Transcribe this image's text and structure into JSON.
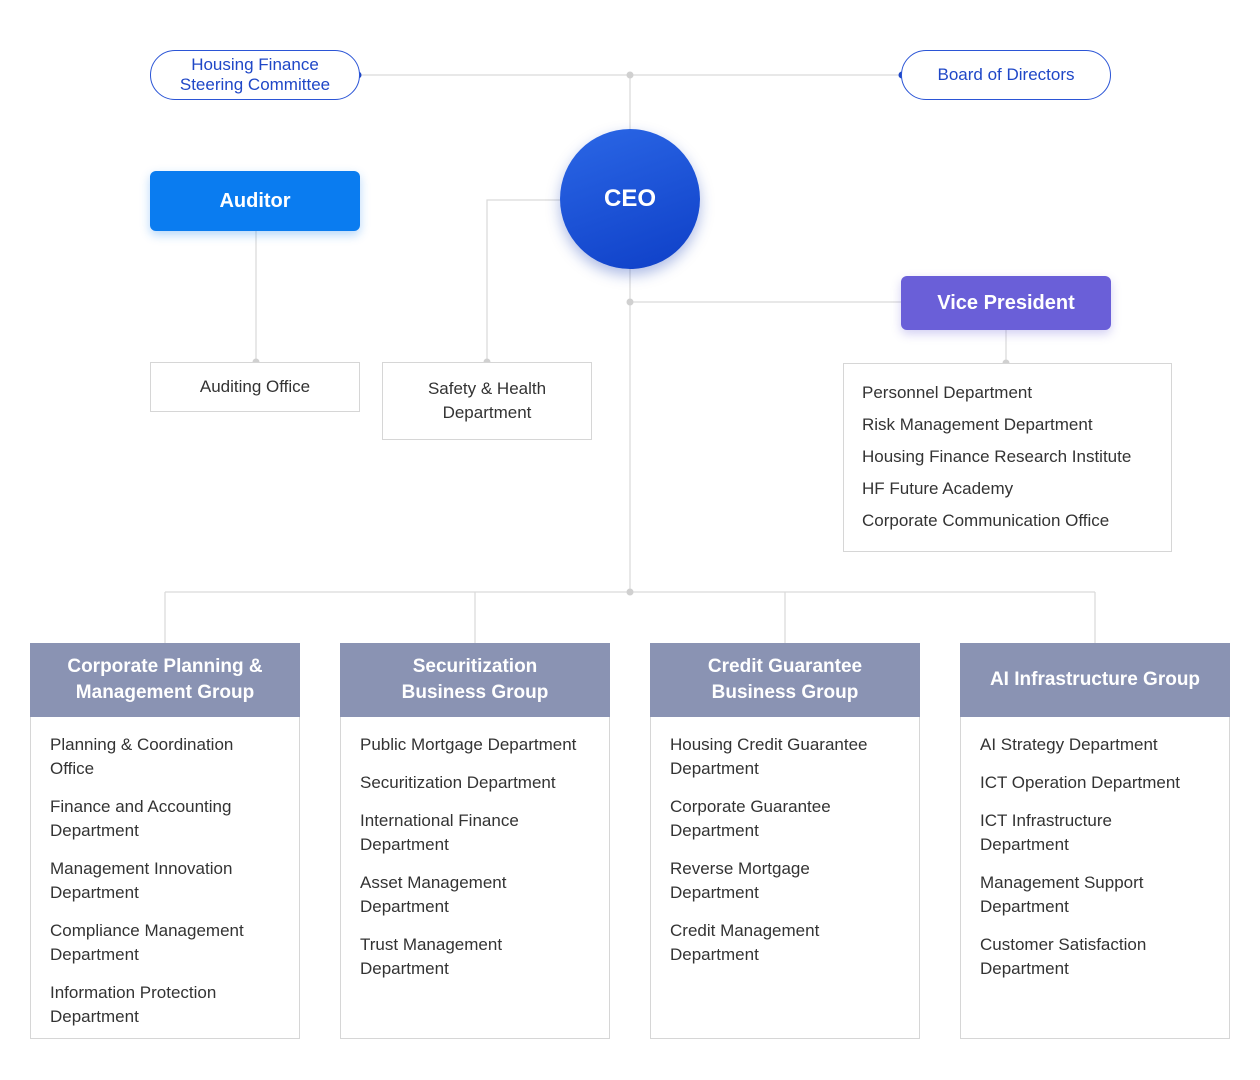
{
  "top": {
    "steering_committee": "Housing Finance Steering Committee",
    "board": "Board of Directors"
  },
  "ceo": "CEO",
  "auditor": "Auditor",
  "auditing_office": "Auditing Office",
  "safety_health": "Safety & Health Department",
  "vice_president": "Vice President",
  "vp_departments": [
    "Personnel Department",
    "Risk Management Department",
    "Housing Finance Research Institute",
    "HF Future Academy",
    "Corporate Communication Office"
  ],
  "groups": [
    {
      "title": "Corporate Planning & Management Group",
      "items": [
        "Planning & Coordination Office",
        "Finance and Accounting Department",
        "Management Innovation Department",
        "Compliance Management Department",
        "Information Protection Department"
      ]
    },
    {
      "title": "Securitization Business Group",
      "items": [
        "Public Mortgage Department",
        "Securitization Department",
        "International Finance Department",
        "Asset Management Department",
        "Trust Management Department"
      ]
    },
    {
      "title": "Credit Guarantee Business Group",
      "items": [
        "Housing Credit Guarantee Department",
        "Corporate Guarantee Department",
        "Reverse Mortgage Department",
        "Credit Management Department"
      ]
    },
    {
      "title": "AI Infrastructure Group",
      "items": [
        "AI Strategy Department",
        "ICT Operation Department",
        "ICT Infrastructure Department",
        "Management Support Department",
        "Customer Satisfaction Department"
      ]
    }
  ],
  "colors": {
    "ceo": "#1a4fd6",
    "auditor": "#0a7cf0",
    "vice_president": "#6a5fd8",
    "group_header": "#8a93b3",
    "pill_border": "#2b55d6"
  }
}
